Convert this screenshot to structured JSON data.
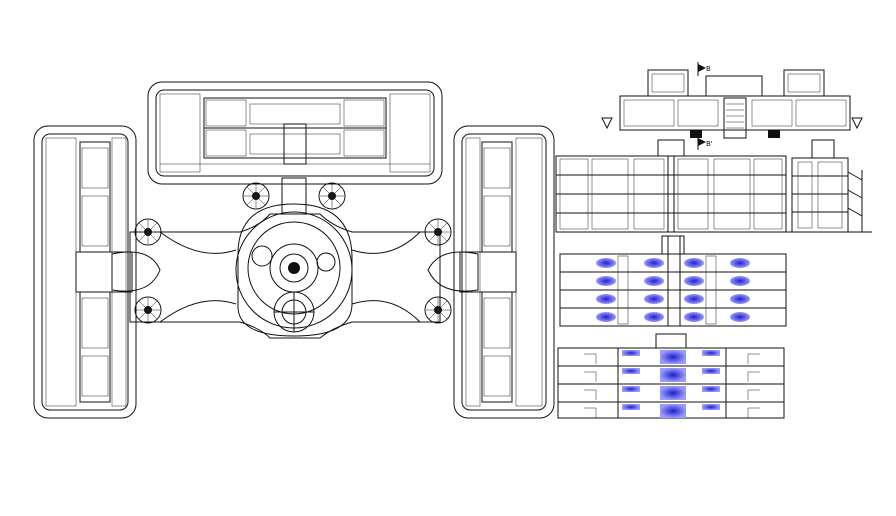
{
  "title": "",
  "section_markers": {
    "top_marker": "B",
    "bottom_marker": "B'"
  },
  "colors": {
    "line": "#111111",
    "fixture_blue": "#3a3ad6",
    "background": "#ffffff"
  },
  "icons": [
    "tree-symbol",
    "north-triangle-marker",
    "section-flag-marker"
  ]
}
